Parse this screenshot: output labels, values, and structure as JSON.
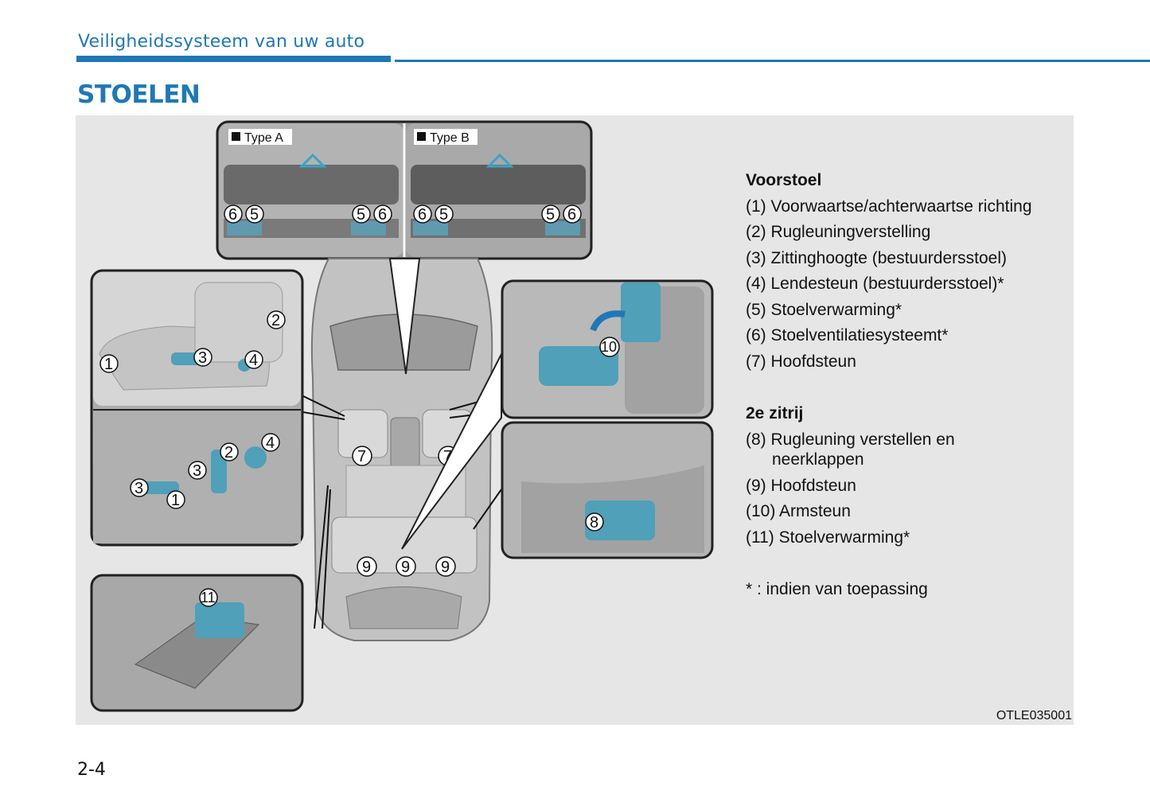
{
  "header": {
    "chapter_title": "Veiligheidssysteem van uw auto",
    "section_title": "STOELEN"
  },
  "figure": {
    "type_a_label": "Type A",
    "type_b_label": "Type B",
    "image_code": "OTLE035001",
    "callouts": [
      "1",
      "2",
      "3",
      "4",
      "5",
      "6",
      "7",
      "8",
      "9",
      "10",
      "11"
    ]
  },
  "legend": {
    "front": {
      "heading": "Voorstoel",
      "items": [
        "(1) Voorwaartse/achterwaartse richting",
        "(2) Rugleuningverstelling",
        "(3) Zittinghoogte (bestuurdersstoel)",
        "(4) Lendesteun (bestuurdersstoel)*",
        "(5) Stoelverwarming*",
        "(6) Stoelventilatiesysteemt*",
        "(7) Hoofdsteun"
      ]
    },
    "second_row": {
      "heading": "2e zitrij",
      "items": [
        "(8) Rugleuning verstellen en",
        "neerklappen",
        "(9) Hoofdsteun",
        "(10) Armsteun",
        "(11) Stoelverwarming*"
      ]
    },
    "footnote": "* : indien van toepassing"
  },
  "footer": {
    "page_number": "2-4"
  }
}
